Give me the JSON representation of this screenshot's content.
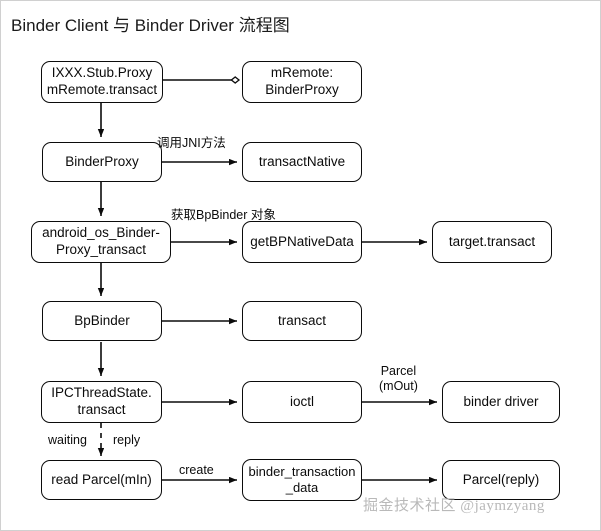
{
  "diagram": {
    "title": "Binder Client 与 Binder Driver 流程图",
    "watermark": "掘金技术社区 @jaymzyang",
    "colors": {
      "stroke": "#0b0b0b",
      "background": "#ffffff",
      "text": "#1a1a1a",
      "watermark": "#b9b9b9"
    },
    "nodes": [
      {
        "id": "stub_proxy",
        "line1": "IXXX.Stub.Proxy",
        "line2": "mRemote.transact"
      },
      {
        "id": "mremote",
        "line1": "mRemote:",
        "line2": "BinderProxy"
      },
      {
        "id": "binderproxy",
        "line1": "BinderProxy",
        "line2": ""
      },
      {
        "id": "transactnative",
        "line1": "transactNative",
        "line2": ""
      },
      {
        "id": "android_os",
        "line1": "android_os_Binder-",
        "line2": "Proxy_transact"
      },
      {
        "id": "getbpnativedata",
        "line1": "getBPNativeData",
        "line2": ""
      },
      {
        "id": "target_transact",
        "line1": "target.transact",
        "line2": ""
      },
      {
        "id": "bpbinder",
        "line1": "BpBinder",
        "line2": ""
      },
      {
        "id": "transact",
        "line1": "transact",
        "line2": ""
      },
      {
        "id": "ipcthreadstate",
        "line1": "IPCThreadState.",
        "line2": "transact"
      },
      {
        "id": "ioctl",
        "line1": "ioctl",
        "line2": ""
      },
      {
        "id": "binder_driver",
        "line1": "binder driver",
        "line2": ""
      },
      {
        "id": "read_parcel",
        "line1": "read Parcel(mIn)",
        "line2": ""
      },
      {
        "id": "bt_data",
        "line1": "binder_transaction",
        "line2": "_data"
      },
      {
        "id": "parcel_reply",
        "line1": "Parcel(reply)",
        "line2": ""
      }
    ],
    "edge_labels": {
      "jni": "调用JNI方法",
      "get_bpbinder": "获取BpBinder 对象",
      "parcel_mout_line1": "Parcel",
      "parcel_mout_line2": "(mOut)",
      "waiting": "waiting",
      "reply": "reply",
      "create": "create"
    }
  }
}
